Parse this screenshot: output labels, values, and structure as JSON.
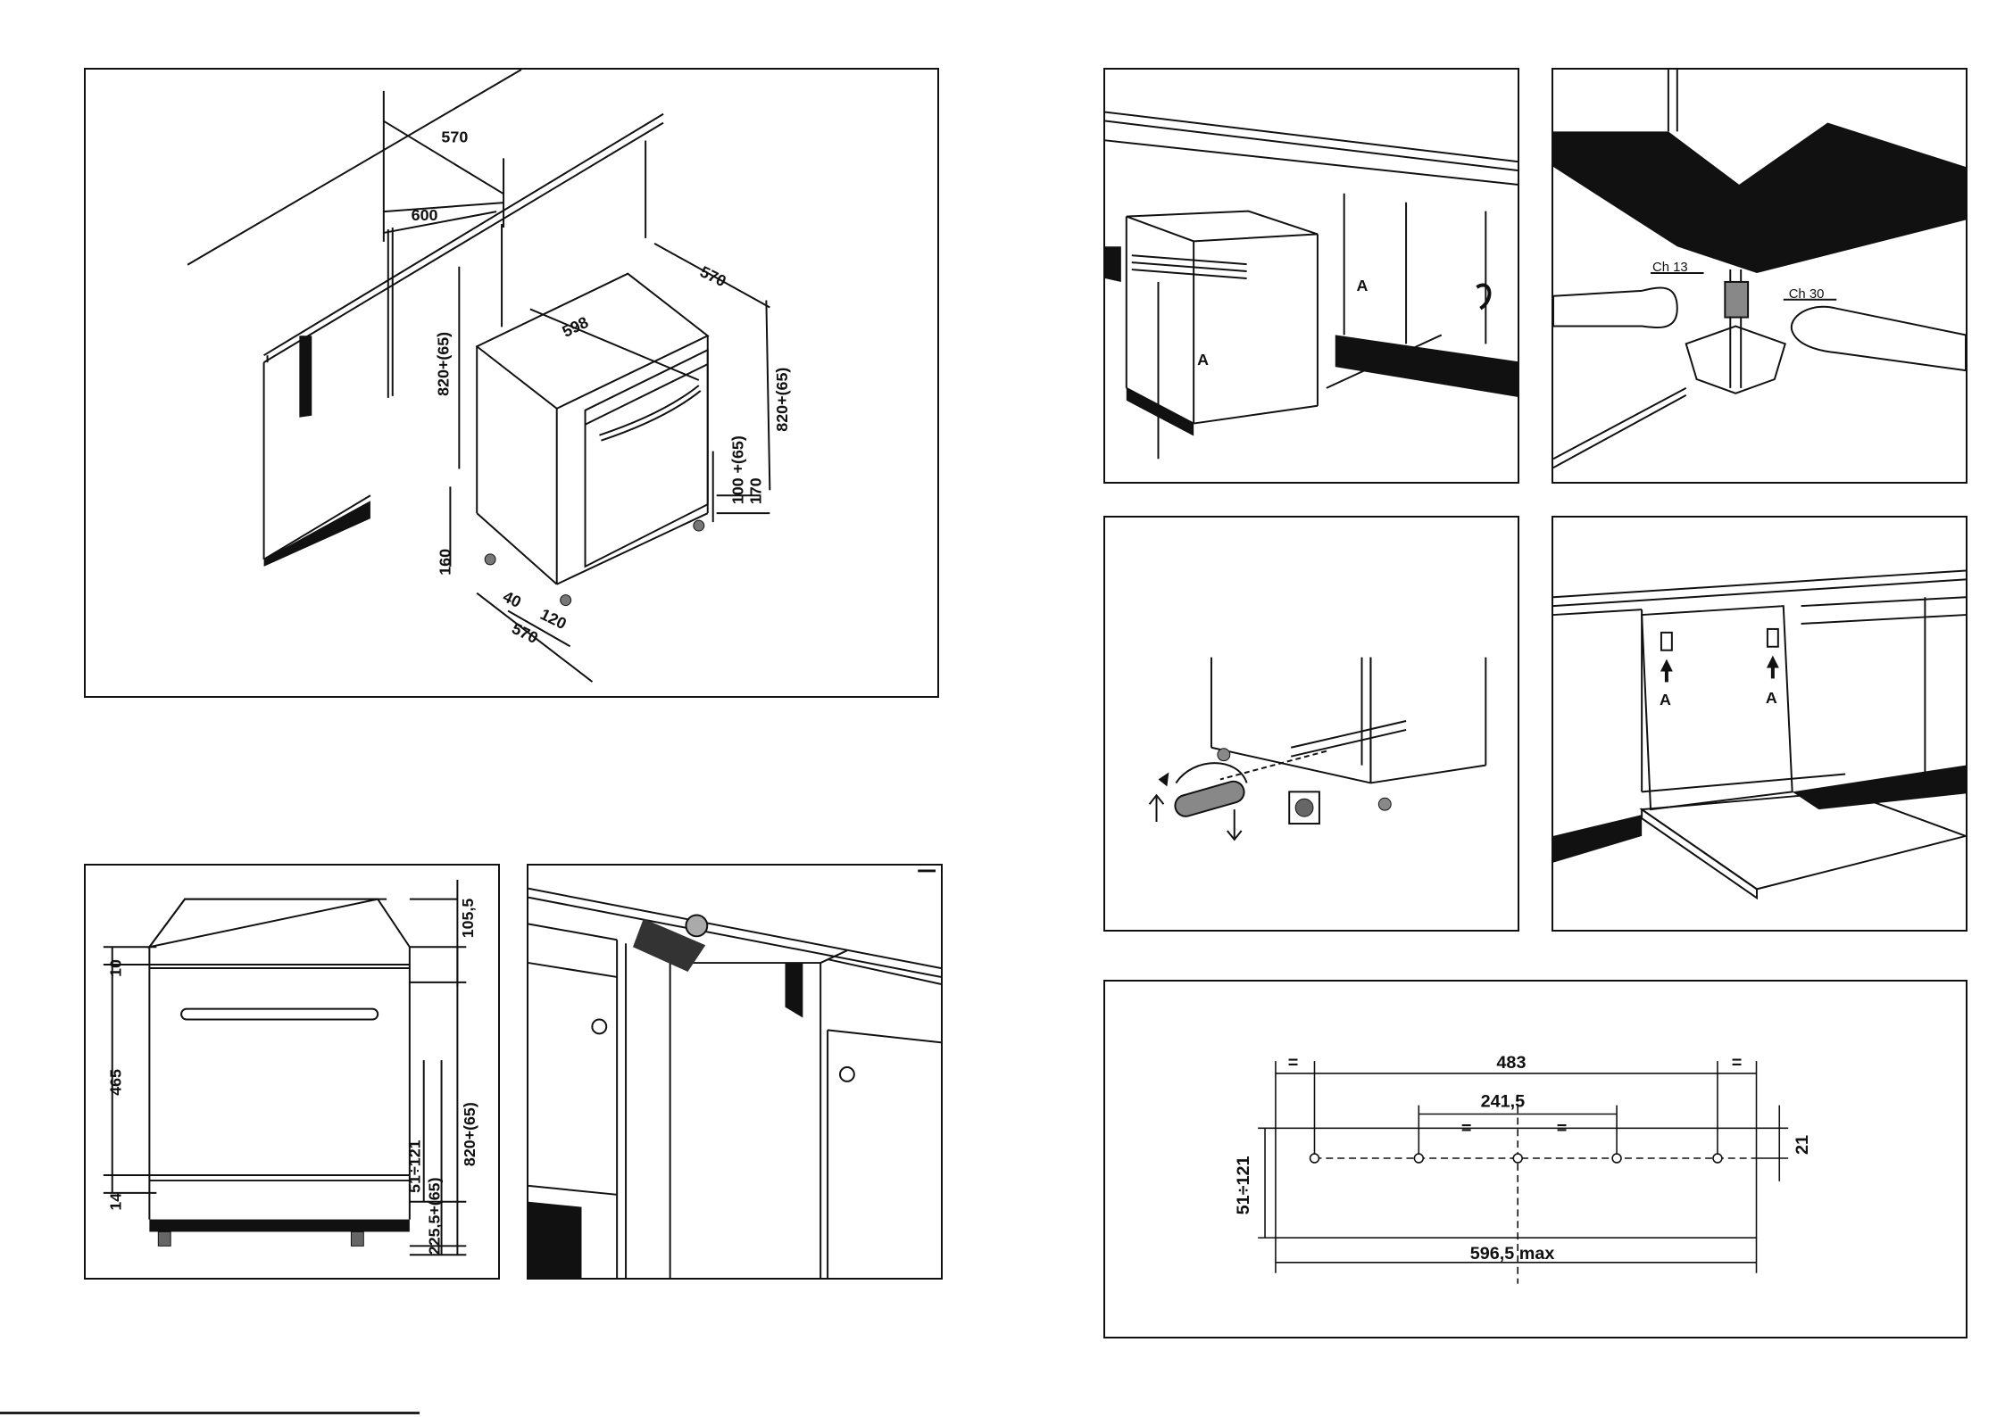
{
  "installation_figure": {
    "widths": [
      "570",
      "600",
      "570",
      "598"
    ],
    "heights": [
      "820+(65)",
      "820+(65)"
    ],
    "feet_heights": [
      "100 +(65)",
      "170",
      "160"
    ],
    "depths": [
      "40",
      "120",
      "570"
    ]
  },
  "front_view": {
    "heights": [
      "105,5",
      "10",
      "465",
      "14",
      "51÷121",
      "225,5+(65)",
      "820+(65)"
    ]
  },
  "wrench_figure": {
    "small_wrench": "Ch 13",
    "large_wrench": "Ch 30"
  },
  "mark_a": "A",
  "template_figure": {
    "overall_spacing": "483",
    "half_spacing": "241,5",
    "equal_mark": "=",
    "height_range": "51÷121",
    "offset": "21",
    "max_width": "596,5 max"
  }
}
